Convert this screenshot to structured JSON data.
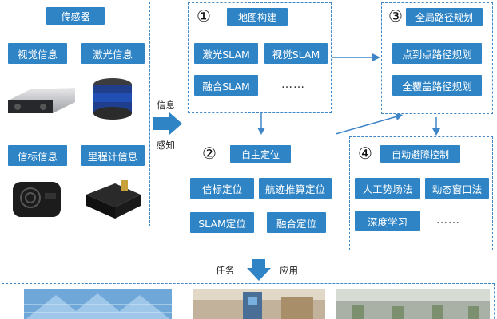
{
  "sensor": {
    "title": "传感器",
    "visual": "视觉信息",
    "laser": "激光信息",
    "beacon": "信标信息",
    "odometer": "里程计信息"
  },
  "mapping": {
    "number": "①",
    "title": "地图构建",
    "items": [
      "激光SLAM",
      "视觉SLAM",
      "融合SLAM",
      "……"
    ]
  },
  "localization": {
    "number": "②",
    "title": "自主定位",
    "items": [
      "信标定位",
      "航迹推算定位",
      "SLAM定位",
      "融合定位"
    ]
  },
  "global_path": {
    "number": "③",
    "title": "全局路径规划",
    "items": [
      "点到点路径规划",
      "全覆盖路径规划"
    ]
  },
  "avoidance": {
    "number": "④",
    "title": "自动避障控制",
    "items": [
      "人工势场法",
      "动态窗口法",
      "深度学习",
      "……"
    ]
  },
  "labels": {
    "info": "信息",
    "perception": "感知",
    "task": "任务",
    "application": "应用"
  }
}
